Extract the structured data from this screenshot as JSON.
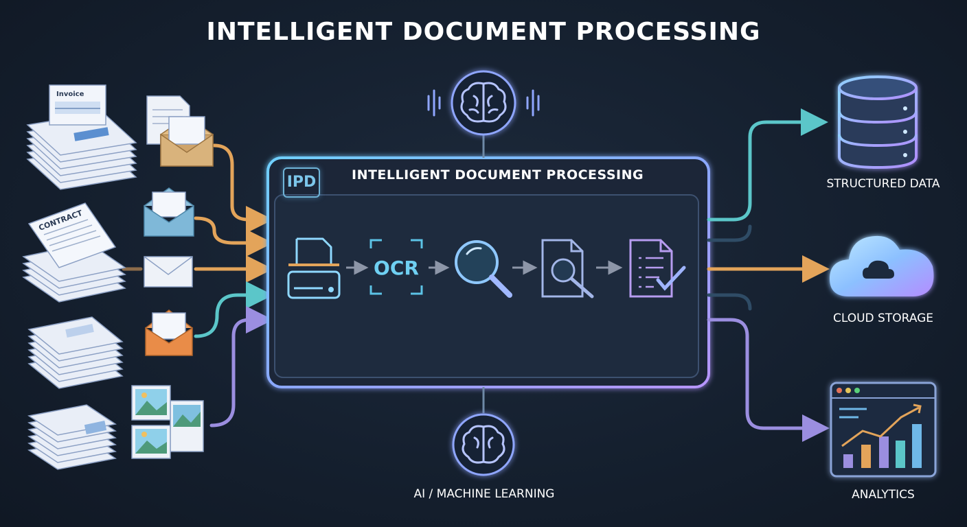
{
  "title": "INTELLIGENT DOCUMENT PROCESSING",
  "panel": {
    "badge": "IPD",
    "title": "INTELLIGENT DOCUMENT PROCESSING",
    "ocr_label": "OCR"
  },
  "inputs": {
    "invoice_label": "Invoice",
    "contract_label": "CONTRACT"
  },
  "outputs": [
    {
      "label": "STRUCTURED DATA"
    },
    {
      "label": "CLOUD STORAGE"
    },
    {
      "label": "ANALYTICS"
    }
  ],
  "ai_label": "AI / MACHINE LEARNING",
  "colors": {
    "orange": "#e3a45a",
    "teal": "#5bc6c9",
    "purple": "#9b8ee0",
    "blue": "#6fb8e8",
    "panel_glow": "#7fb6ff"
  },
  "icons": [
    "invoice-stack-icon",
    "contract-stack-icon",
    "envelope-icon",
    "image-icon",
    "scanner-icon",
    "ocr-icon",
    "magnifier-icon",
    "document-search-icon",
    "checklist-icon",
    "brain-icon",
    "database-icon",
    "cloud-icon",
    "analytics-icon"
  ]
}
